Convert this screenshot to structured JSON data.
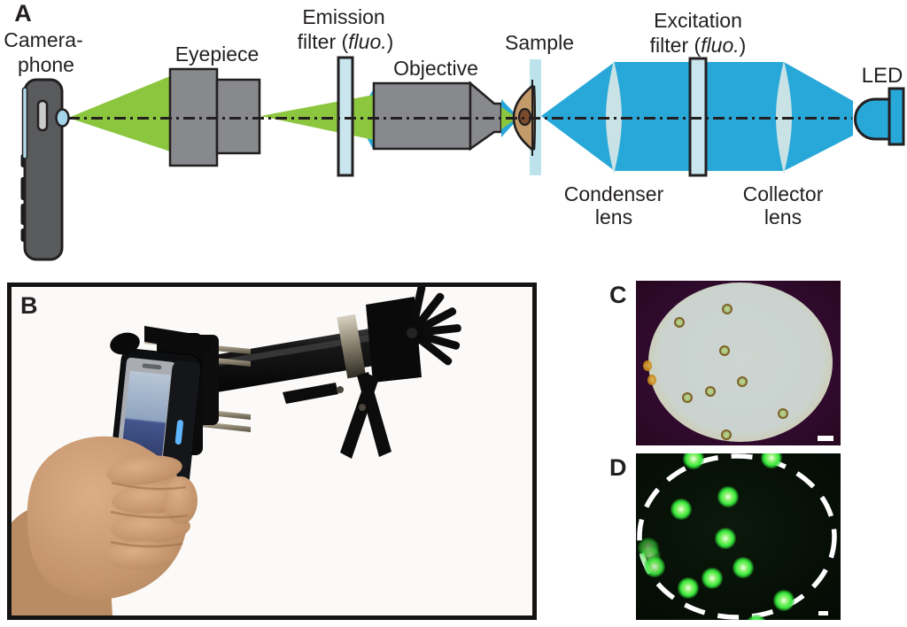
{
  "panels": {
    "a": {
      "label": "A"
    },
    "b": {
      "label": "B"
    },
    "c": {
      "label": "C"
    },
    "d": {
      "label": "D"
    }
  },
  "panel_a": {
    "camera_phone": {
      "line1": "Camera-",
      "line2": "phone"
    },
    "eyepiece": "Eyepiece",
    "emission_filter": {
      "line1": "Emission",
      "line2_prefix": "filter (",
      "line2_italic": "fluo.",
      "line2_suffix": ")"
    },
    "objective": "Objective",
    "sample": "Sample",
    "condenser_lens": {
      "line1": "Condenser",
      "line2": "lens"
    },
    "excitation_filter": {
      "line1": "Excitation",
      "line2_prefix": "filter (",
      "line2_italic": "fluo.",
      "line2_suffix": ")"
    },
    "collector_lens": {
      "line1": "Collector",
      "line2": "lens"
    },
    "led": "LED"
  },
  "colors": {
    "beam-green": "#8CC63F",
    "beam-blue": "#27A8D8",
    "glass-filter": "#C9E6EE",
    "glass-lens": "#C9E2E6",
    "glass-slide": "#BCE2EC",
    "metal-gray": "#87898C",
    "phone-gray": "#595A5C",
    "outline": "#231F20",
    "cell-body": "#C39B6A",
    "cell-nucleus": "#7B4B2E",
    "c-bg": "#2F0A2C",
    "c-field": "#CAD3CF",
    "c-rim": "#C98C15",
    "c-cell": "#A4C17B",
    "c-cell-ring": "#7F6128",
    "d-bg": "#060F06",
    "d-dot": "#35E83B",
    "scale-bar": "#FFFFFF"
  },
  "panel_c_image": {
    "cells": [
      [
        103,
        32
      ],
      [
        49,
        47
      ],
      [
        100,
        79
      ],
      [
        120,
        114
      ],
      [
        84,
        125
      ],
      [
        58,
        132
      ],
      [
        166,
        150
      ],
      [
        102,
        174
      ]
    ],
    "edge_blobs": [
      [
        13,
        96
      ],
      [
        18,
        112
      ]
    ]
  },
  "panel_d_image": {
    "dots": [
      [
        65,
        6,
        1
      ],
      [
        153,
        5,
        1
      ],
      [
        104,
        49,
        1
      ],
      [
        51,
        63,
        1
      ],
      [
        101,
        96,
        1
      ],
      [
        14,
        107,
        0.55
      ],
      [
        16,
        116,
        0.5
      ],
      [
        21,
        128,
        0.9
      ],
      [
        121,
        129,
        1
      ],
      [
        86,
        141,
        1
      ],
      [
        59,
        152,
        1
      ],
      [
        167,
        166,
        1
      ],
      [
        136,
        194,
        1
      ]
    ]
  }
}
